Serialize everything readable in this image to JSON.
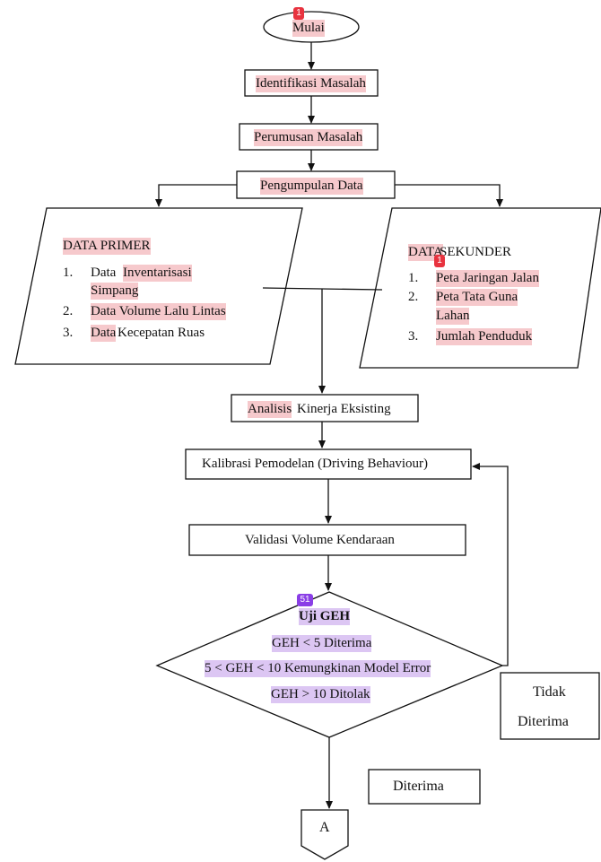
{
  "nodes": {
    "start": "Mulai",
    "identify": "Identifikasi Masalah",
    "formulate": "Perumusan Masalah",
    "collect": "Pengumpulan Data",
    "primary": {
      "title": "DATA PRIMER",
      "items": [
        {
          "num": "1.",
          "line1_a": "Data ",
          "line1_b": "Inventarisasi",
          "line2": "Simpang"
        },
        {
          "num": "2.",
          "text": "Data Volume Lalu Lintas"
        },
        {
          "num": "3.",
          "text_a": "Data",
          "text_b": " Kecepatan Ruas"
        }
      ]
    },
    "secondary": {
      "title_a": "DATA",
      "title_b": " SEKUNDER",
      "items": [
        {
          "num": "1.",
          "text": "Peta Jaringan Jalan"
        },
        {
          "num": "2.",
          "line1": "Peta Tata Guna",
          "line2": "Lahan"
        },
        {
          "num": "3.",
          "text": "Jumlah Penduduk"
        }
      ]
    },
    "analysis_a": "Analisis",
    "analysis_b": " Kinerja Eksisting",
    "calibration": "Kalibrasi Pemodelan (Driving Behaviour)",
    "validation": "Validasi Volume Kendaraan",
    "decision": {
      "title": "Uji GEH",
      "line1": "GEH < 5 Diterima",
      "line2": "5 < GEH < 10 Kemungkinan Model Error",
      "line3": "GEH > 10 Ditolak"
    },
    "reject_label_1": "Tidak",
    "reject_label_2": "Diterima",
    "accept_label": "Diterima",
    "connector": "A"
  },
  "badges": {
    "start_badge": "1",
    "secondary_badge": "1",
    "decision_badge": "51"
  },
  "colors": {
    "highlight_red": "#f6c9cc",
    "highlight_purple": "#dcc6f3",
    "badge_red": "#e8333f",
    "badge_purple": "#8a3ee6"
  }
}
